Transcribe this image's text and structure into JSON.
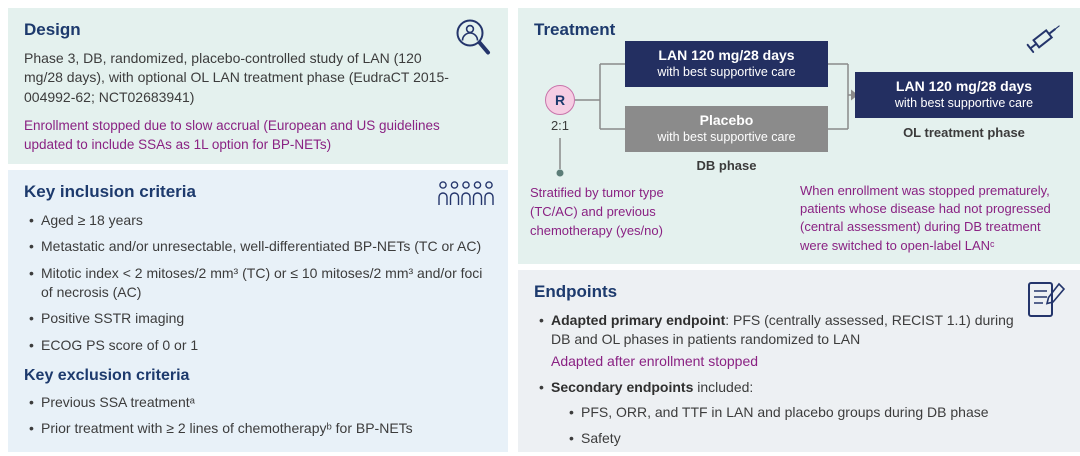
{
  "design": {
    "title": "Design",
    "description": "Phase 3, DB, randomized, placebo-controlled study of LAN (120 mg/28 days), with optional OL LAN treatment phase (EudraCT 2015-004992-62; NCT02683941)",
    "enrollment_note": "Enrollment stopped due to slow accrual (European and US guidelines updated to include SSAs as 1L option for BP-NETs)",
    "icon": "magnifier-person-icon"
  },
  "inclusion": {
    "title": "Key inclusion criteria",
    "items": [
      "Aged ≥ 18 years",
      "Metastatic and/or unresectable, well-differentiated BP-NETs (TC or AC)",
      "Mitotic index < 2 mitoses/2 mm³ (TC) or ≤ 10 mitoses/2 mm³ and/or foci of necrosis (AC)",
      "Positive SSTR imaging",
      "ECOG PS score of 0 or 1"
    ],
    "exclusion_title": "Key exclusion criteria",
    "exclusion_items": [
      "Previous SSA treatmentᵃ",
      "Prior treatment with ≥ 2 lines of chemotherapyᵇ for BP-NETs"
    ],
    "icon": "people-group-icon"
  },
  "treatment": {
    "title": "Treatment",
    "randomization_label": "R",
    "ratio": "2:1",
    "arm_lan": {
      "line1": "LAN 120 mg/28 days",
      "line2": "with best supportive care"
    },
    "arm_placebo": {
      "line1": "Placebo",
      "line2": "with best supportive care"
    },
    "db_phase_label": "DB phase",
    "arm_ol": {
      "line1": "LAN 120 mg/28 days",
      "line2": "with best supportive care"
    },
    "ol_phase_label": "OL treatment phase",
    "stratified_note": "Stratified by tumor type (TC/AC) and previous chemotherapy (yes/no)",
    "switch_note": "When enrollment was stopped prematurely, patients whose disease had not progressed (central assessment) during DB treatment were switched to open-label LANᶜ",
    "icon": "syringe-icon"
  },
  "endpoints": {
    "title": "Endpoints",
    "primary_bold": "Adapted primary endpoint",
    "primary_rest": ": PFS (centrally assessed, RECIST 1.1) during DB and OL phases in patients randomized to LAN",
    "primary_note": "Adapted after enrollment stopped",
    "secondary_bold": "Secondary endpoints",
    "secondary_rest": " included:",
    "secondary_items": [
      "PFS, ORR, and TTF in LAN and placebo groups during DB phase",
      "Safety"
    ],
    "icon": "clipboard-pencil-icon"
  },
  "colors": {
    "heading_navy": "#1d3a6d",
    "purple_accent": "#8a2283",
    "navy_box": "#232f61",
    "gray_box": "#8b8b8b",
    "mint_panel": "#e4f1ee",
    "blue_panel": "#e8f1f8",
    "gray_panel": "#edf0f3",
    "pink_badge": "#f6cde3"
  }
}
